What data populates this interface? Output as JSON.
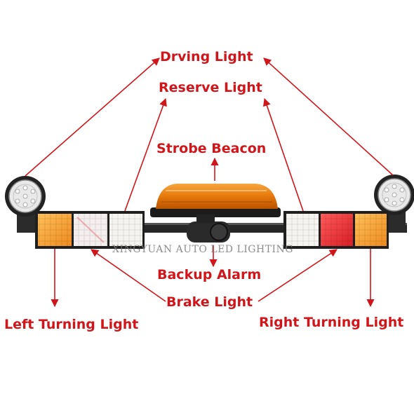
{
  "labels": {
    "driving_light": "Drving Light",
    "reserve_light": "Reserve Light",
    "strobe_beacon": "Strobe Beacon",
    "backup_alarm": "Backup Alarm",
    "brake_light": "Brake Light",
    "left_turning_light": "Left Turning Light",
    "right_turning_light": "Right Turning Light"
  },
  "watermark": "XINGYUAN AUTO LED LIGHTING",
  "colors": {
    "label": "#d0161b",
    "arrow": "#d0161b",
    "amber": "#f39a2a",
    "red": "#e3202b",
    "white_lens": "#f4f2ee",
    "beacon": "#e87a0c",
    "bar": "#2a2a2a"
  }
}
